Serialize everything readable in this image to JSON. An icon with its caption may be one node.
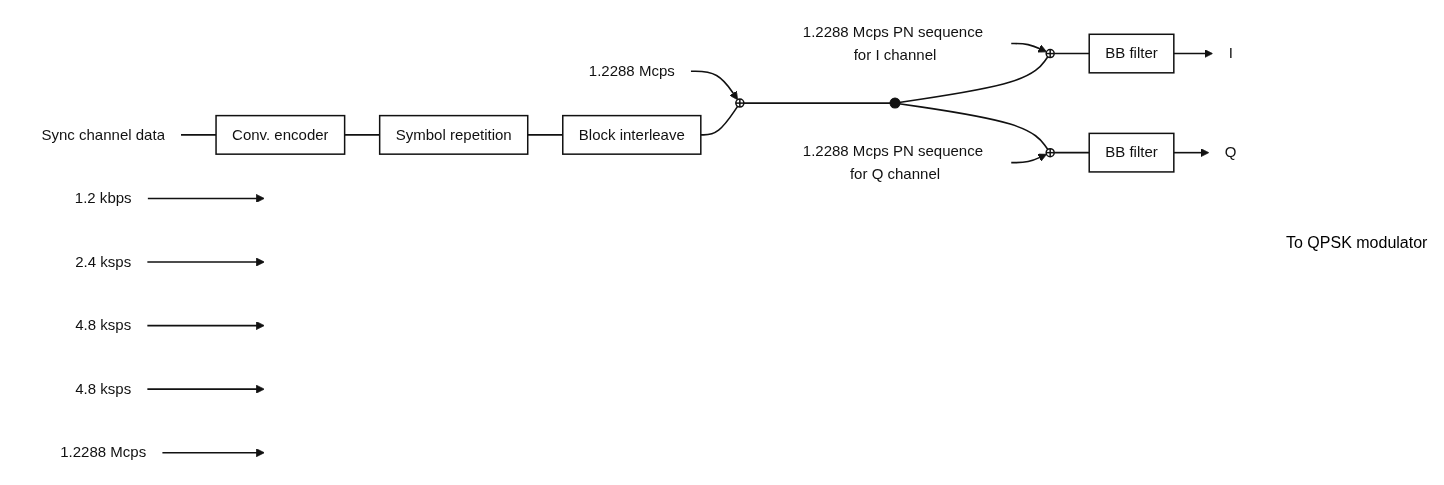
{
  "diagram": {
    "nodes": [
      {
        "text": [
          "Sync channel data"
        ]
      },
      {
        "text": [
          "1.2 kbps"
        ]
      },
      {
        "text": [
          "Conv. encoder"
        ]
      },
      {
        "text": [
          "2.4 ksps"
        ]
      },
      {
        "text": [
          "Symbol repetition"
        ]
      },
      {
        "text": [
          "4.8 ksps"
        ]
      },
      {
        "text": [
          "Block interleave"
        ]
      },
      {
        "text": [
          "4.8 ksps"
        ]
      },
      {
        "text": [
          "1.2288 Mcps"
        ]
      },
      {
        "text": [],
        "shape": "circle"
      },
      {
        "text": [
          "1.2288 Mcps"
        ]
      },
      {
        "text": [],
        "shape": "dot"
      },
      {
        "text": [
          "1.2288 Mcps PN sequence for I channel"
        ]
      },
      {
        "text": [],
        "shape": "circle"
      },
      {
        "text": [
          "BB filter"
        ]
      },
      {
        "text": [
          "I"
        ]
      },
      {
        "text": [],
        "shape": "circle"
      },
      {
        "text": [
          "BB filter"
        ]
      },
      {
        "text": [
          "Q"
        ]
      },
      {
        "text": [
          "1.2288 Mcps PN sequence for Q channel"
        ]
      }
    ],
    "edges": [
      {
        "from": 0,
        "to": 2,
        "arrow": "none"
      },
      {
        "from": 2,
        "to": 4,
        "arrow": "none"
      },
      {
        "from": 4,
        "to": 6,
        "arrow": "none"
      },
      {
        "from": 6,
        "to": 9,
        "arrow": "none"
      },
      {
        "from": 9,
        "to": 11,
        "arrow": "none"
      },
      {
        "from": 11,
        "to": 13,
        "arrow": "none"
      },
      {
        "from": 13,
        "to": 14,
        "arrow": "none"
      },
      {
        "from": 14,
        "to": 15,
        "arrow": "to"
      },
      {
        "from": 11,
        "to": 16,
        "arrow": "none"
      },
      {
        "from": 16,
        "to": 17,
        "arrow": "none"
      },
      {
        "from": 17,
        "to": 18,
        "arrow": "to"
      },
      {
        "from": 8,
        "to": 9,
        "arrow": "to"
      },
      {
        "from": 12,
        "to": 13,
        "arrow": "to"
      },
      {
        "from": 19,
        "to": 16,
        "arrow": "to"
      },
      {
        "from": 1,
        "to": null,
        "arrow": "to"
      },
      {
        "from": 3,
        "to": null,
        "arrow": "to"
      },
      {
        "from": 5,
        "to": null,
        "arrow": "to"
      },
      {
        "from": 7,
        "to": null,
        "arrow": "to"
      },
      {
        "from": 10,
        "to": null,
        "arrow": "to"
      }
    ],
    "labels": [
      "To QPSK modulator"
    ]
  }
}
